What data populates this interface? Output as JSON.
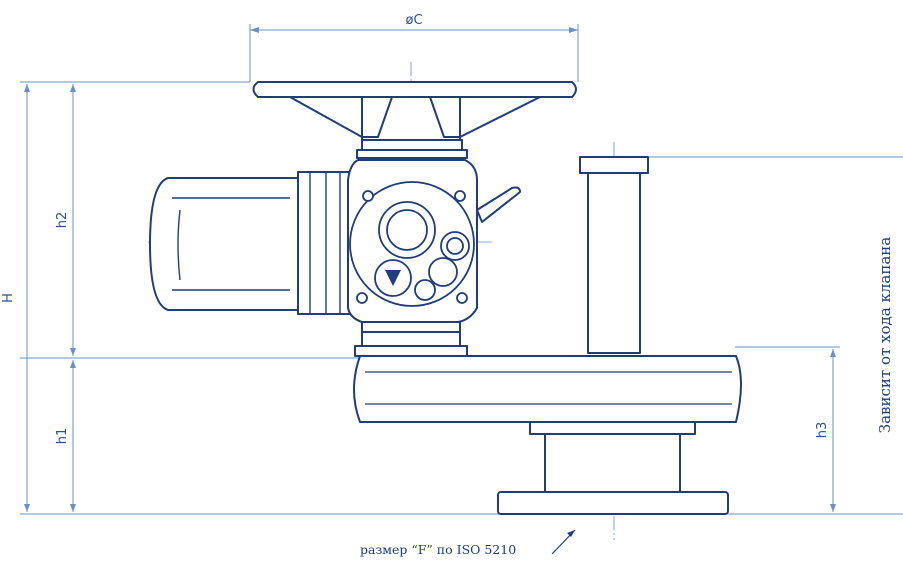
{
  "dimensions": {
    "diameter": "øC",
    "height_total": "H",
    "height_upper": "h2",
    "height_lower": "h1",
    "height_gearbox": "h3"
  },
  "notes": {
    "flange_size": "размер “F” по ISO 5210",
    "side_note": "Зависит от хода клапана"
  },
  "colors": {
    "outline": "#1e3d7a",
    "thin": "#6a8fc7",
    "fill": "#ffffff"
  }
}
